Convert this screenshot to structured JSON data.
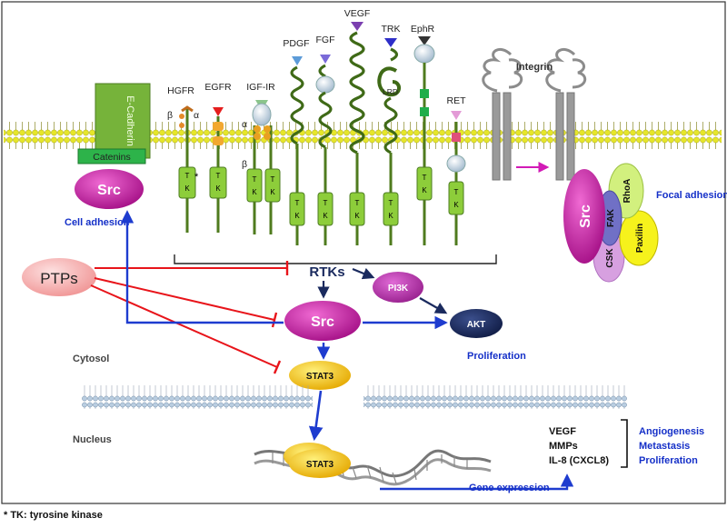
{
  "receptors": {
    "hgfr": "HGFR",
    "egfr": "EGFR",
    "igf": "IGF-IR",
    "pdgf": "PDGF",
    "fgf": "FGF",
    "vegf": "VEGF",
    "trk": "TRK",
    "ephr": "EphR",
    "ret": "RET",
    "integrin": "Integrin"
  },
  "subunits": {
    "alpha": "α",
    "beta": "β",
    "lrd": "LRD",
    "tk_star": "*"
  },
  "tk": {
    "t": "T",
    "k": "K"
  },
  "membrane_proteins": {
    "ecadherin": "E-Cadherin",
    "catenins": "Catenins"
  },
  "nodes": {
    "src": "Src",
    "rtks": "RTKs",
    "pi3k": "PI3K",
    "akt": "AKT",
    "stat3": "STAT3",
    "ptps": "PTPs",
    "fak": "FAK",
    "rhoa": "RhoA",
    "csk": "CSK",
    "paxilin": "Paxilin"
  },
  "labels": {
    "cell_adhesion": "Cell adhesion",
    "focal_adhesion": "Focal adhesion",
    "proliferation": "Proliferation",
    "cytosol": "Cytosol",
    "nucleus": "Nucleus",
    "gene_expression": "Gene expression",
    "footnote": "* TK: tyrosine kinase"
  },
  "targets": [
    "VEGF",
    "MMPs",
    "IL-8 (CXCL8)"
  ],
  "outcomes": [
    "Angiogenesis",
    "Metastasis",
    "Proliferation"
  ],
  "colors": {
    "src": "#c2188e",
    "stat3": "#f2c200",
    "pi3k": "#c53ab5",
    "akt": "#1a2a5e",
    "ptps": "#f4a3a3",
    "activation": "#1e3ccf",
    "inhibition": "#e8141a",
    "receptor": "#6a9a2a",
    "tk_box": "#8dcd3a",
    "membrane_head": "#e5e62a"
  }
}
